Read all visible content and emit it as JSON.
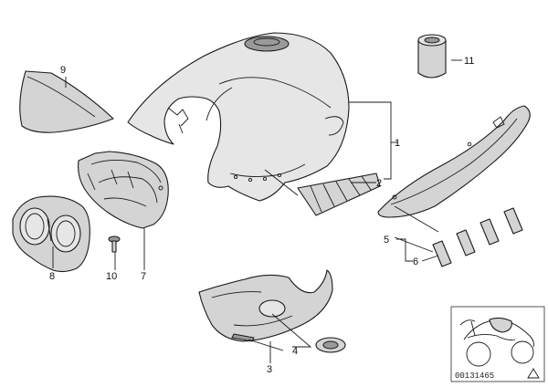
{
  "callouts": {
    "c1": "1",
    "c2": "2",
    "c3": "3",
    "c4": "4",
    "c5": "5",
    "c6": "6",
    "c7": "7",
    "c8": "8",
    "c9": "9",
    "c10": "10",
    "c11": "11"
  },
  "thumbnail": {
    "doc_number": "00131465"
  },
  "colors": {
    "part_fill": "#d4d4d4",
    "line": "#1a1a1a"
  }
}
